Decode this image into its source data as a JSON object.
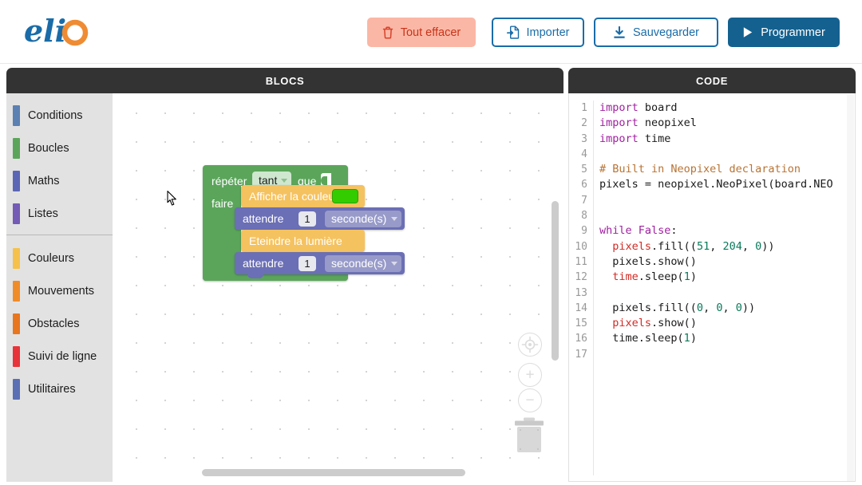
{
  "app": {
    "logo_text": "elio"
  },
  "toolbar": {
    "buttons": [
      {
        "name": "clear-all",
        "label": "Tout effacer",
        "icon": "trash-icon"
      },
      {
        "name": "import",
        "label": "Importer",
        "icon": "file-import-icon"
      },
      {
        "name": "save",
        "label": "Sauvegarder",
        "icon": "download-icon"
      },
      {
        "name": "program",
        "label": "Programmer",
        "icon": "play-icon"
      }
    ]
  },
  "panels": {
    "blocks_title": "BLOCS",
    "code_title": "CODE"
  },
  "toolbox": {
    "group_a": [
      {
        "label": "Conditions",
        "color": "#5b80b2"
      },
      {
        "label": "Boucles",
        "color": "#5ba55b"
      },
      {
        "label": "Maths",
        "color": "#5b67b5"
      },
      {
        "label": "Listes",
        "color": "#745bb5"
      }
    ],
    "group_b": [
      {
        "label": "Couleurs",
        "color": "#f5c14b"
      },
      {
        "label": "Mouvements",
        "color": "#f08c28"
      },
      {
        "label": "Obstacles",
        "color": "#e8761e"
      },
      {
        "label": "Suivi de ligne",
        "color": "#e8333a"
      },
      {
        "label": "Utilitaires",
        "color": "#5b6fb5"
      }
    ]
  },
  "workspace": {
    "repeat_block": {
      "keyword": "répéter",
      "mode_dropdown": "tant",
      "connector": "que",
      "do_label": "faire"
    },
    "statements": [
      {
        "name": "show-color-block",
        "label": "Afficher la couleur :",
        "color_value": "#33cc00"
      },
      {
        "name": "wait-block-1",
        "label": "attendre",
        "value": "1",
        "unit": "seconde(s)"
      },
      {
        "name": "turn-off-block",
        "label": "Eteindre la lumière"
      },
      {
        "name": "wait-block-2",
        "label": "attendre",
        "value": "1",
        "unit": "seconde(s)"
      }
    ],
    "zoom_controls": {
      "center": "center-target-icon",
      "zoom_in": "+",
      "zoom_out": "−"
    },
    "trash": "trash-icon"
  },
  "code": {
    "line_numbers": [
      "1",
      "2",
      "3",
      "4",
      "5",
      "6",
      "7",
      "8",
      "9",
      "10",
      "11",
      "12",
      "13",
      "14",
      "15",
      "16",
      "17"
    ],
    "lines": [
      [
        {
          "t": "import",
          "c": "kw"
        },
        {
          "t": " board",
          "c": "pl"
        }
      ],
      [
        {
          "t": "import",
          "c": "kw"
        },
        {
          "t": " neopixel",
          "c": "pl"
        }
      ],
      [
        {
          "t": "import",
          "c": "kw"
        },
        {
          "t": " time",
          "c": "pl"
        }
      ],
      [],
      [
        {
          "t": "# Built in Neopixel declaration",
          "c": "cm"
        }
      ],
      [
        {
          "t": "pixels = neopixel.NeoPixel(board.NEO",
          "c": "pl"
        }
      ],
      [],
      [],
      [
        {
          "t": "while",
          "c": "kw"
        },
        {
          "t": " ",
          "c": "pl"
        },
        {
          "t": "False",
          "c": "kw"
        },
        {
          "t": ":",
          "c": "pl"
        }
      ],
      [
        {
          "t": "  ",
          "c": "pl"
        },
        {
          "t": "pixels",
          "c": "nm"
        },
        {
          "t": ".fill((",
          "c": "pl"
        },
        {
          "t": "51",
          "c": "num"
        },
        {
          "t": ", ",
          "c": "pl"
        },
        {
          "t": "204",
          "c": "num"
        },
        {
          "t": ", ",
          "c": "pl"
        },
        {
          "t": "0",
          "c": "num"
        },
        {
          "t": "))",
          "c": "pl"
        }
      ],
      [
        {
          "t": "  pixels.show()",
          "c": "pl"
        }
      ],
      [
        {
          "t": "  ",
          "c": "pl"
        },
        {
          "t": "time",
          "c": "nm"
        },
        {
          "t": ".sleep(",
          "c": "pl"
        },
        {
          "t": "1",
          "c": "num"
        },
        {
          "t": ")",
          "c": "pl"
        }
      ],
      [],
      [
        {
          "t": "  pixels.fill((",
          "c": "pl"
        },
        {
          "t": "0",
          "c": "num"
        },
        {
          "t": ", ",
          "c": "pl"
        },
        {
          "t": "0",
          "c": "num"
        },
        {
          "t": ", ",
          "c": "pl"
        },
        {
          "t": "0",
          "c": "num"
        },
        {
          "t": "))",
          "c": "pl"
        }
      ],
      [
        {
          "t": "  ",
          "c": "pl"
        },
        {
          "t": "pixels",
          "c": "nm"
        },
        {
          "t": ".show()",
          "c": "pl"
        }
      ],
      [
        {
          "t": "  time.sleep(",
          "c": "pl"
        },
        {
          "t": "1",
          "c": "num"
        },
        {
          "t": ")",
          "c": "pl"
        }
      ],
      []
    ]
  },
  "colors": {
    "primary_blue": "#14618f",
    "outline_blue": "#1a6ca8",
    "danger_bg": "#fbb7a5",
    "danger_fg": "#c8341a",
    "panel_header": "#333333",
    "block_green": "#5ba55b",
    "block_yellow": "#f5c260",
    "block_blue": "#6b6fb5"
  }
}
